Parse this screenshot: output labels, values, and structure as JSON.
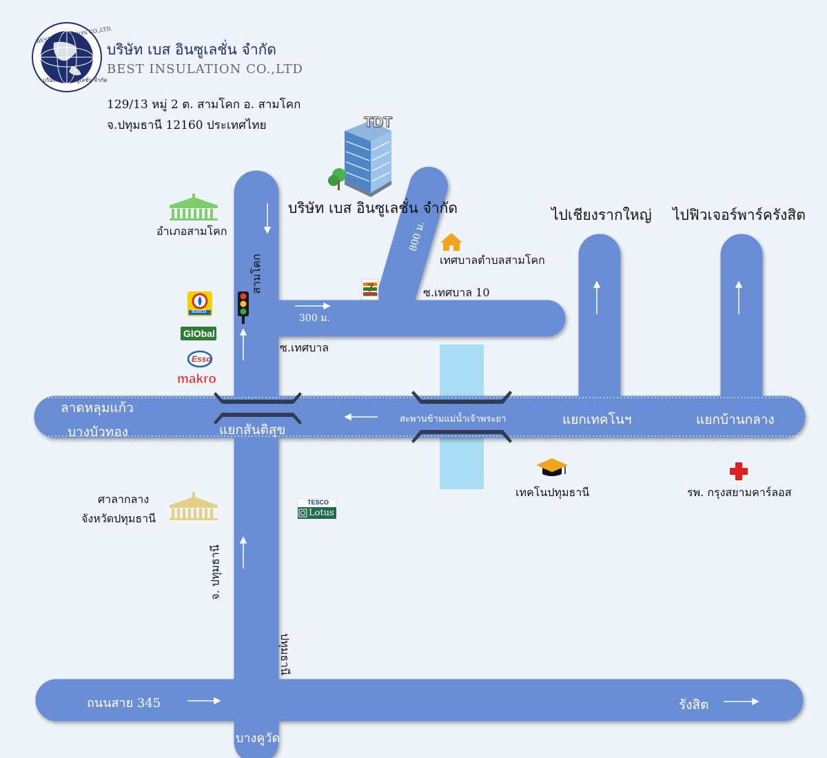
{
  "header": {
    "company_th": "บริษัท เบส อินซูเลชั่น จำกัด",
    "company_en": "BEST INSULATION CO.,LTD",
    "address_line1": "129/13 หมู่ 2 ต. สามโคก อ. สามโคก",
    "address_line2": "จ.ปทุมธานี 12160 ประเทศไทย",
    "logo_ring_top": "BEST INSULATION CO.,LTD.",
    "logo_ring_bottom": "บริษัท เบส อินซูเลชั่น จำกัด"
  },
  "building": {
    "sign": "TDT",
    "caption": "บริษัท เบส อินซูเลชั่น จำกัด"
  },
  "landmarks": {
    "district_office": "อำเภอสามโคก",
    "municipality": "เทศบาลตำบลสามโคก",
    "soi_10": "ซ.เทศบาล 10",
    "soi": "ซ.เทศบาล",
    "provincial_hall_line1": "ศาลากลาง",
    "provincial_hall_line2": "จังหวัดปทุมธานี",
    "rajamangala": "เทคโนปทุมธานี",
    "hospital": "รพ. กรุงสยามคาร์ลอส",
    "to_chiang_rak": "ไปเชียงรากใหญ่",
    "to_future_park": "ไปฟิวเจอร์พาร์ครังสิต"
  },
  "roads": {
    "sam_khok": "สามโคก",
    "pathum": "จ. ปทุมธานี",
    "dist_300": "300 ม.",
    "dist_800": "800 ม.",
    "lat_lum_kaeo": "ลาดหลุมแก้ว",
    "bang_bua_thong": "บางบัวทอง",
    "santisuk": "แยกสันติสุข",
    "bridge": "สะพานข้ามแม่น้ำเจ้าพระยา",
    "techno_junction": "แยกเทคโนฯ",
    "ban_klang": "แยกบ้านกลาง",
    "route_345": "ถนนสาย 345",
    "rangsit": "รังสิต",
    "bang_khu_wat": "บางคูวัด",
    "upper_road": "ปทุมธานี"
  },
  "brands": {
    "susco": "SUSCO",
    "global": "GlObal",
    "esso": "Esso",
    "makro": "makro",
    "tesco": "TESCO",
    "lotus": "Lotus",
    "seven": "7",
    "seven_sub": "ELEVEN"
  },
  "colors": {
    "road": "#6b8ed6",
    "river": "#a9dcf5",
    "background": "#eef4fa",
    "hospital": "#e02020",
    "home": "#f5a21c",
    "district_office": "#7ccf6a",
    "provincial_hall": "#e3cf86"
  }
}
